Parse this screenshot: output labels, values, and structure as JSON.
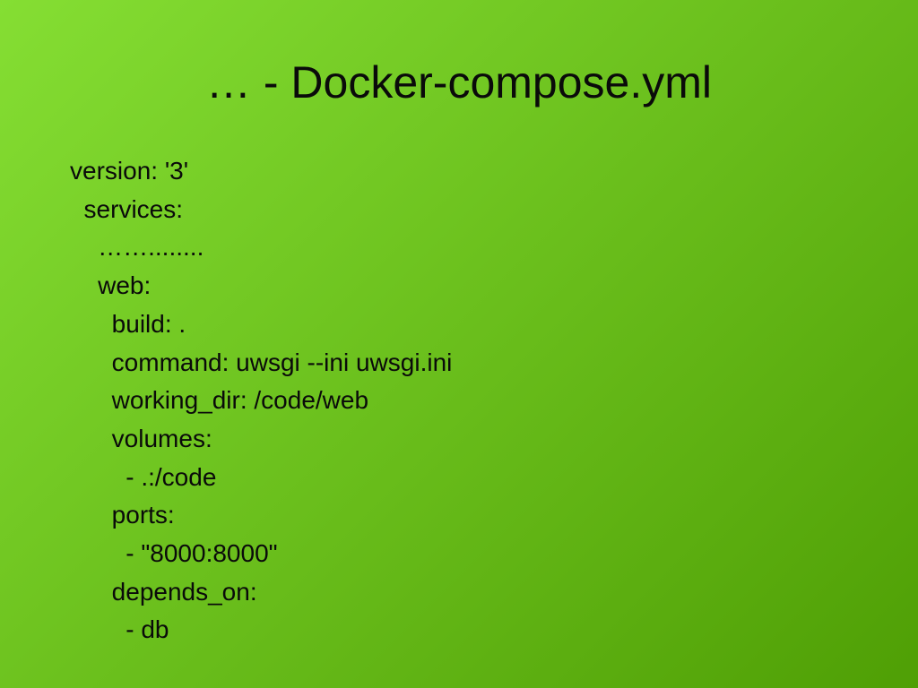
{
  "slide": {
    "title": "… - Docker-compose.yml",
    "code_lines": [
      "version: '3'",
      "  services:",
      "    ……........",
      "    web:",
      "      build: .",
      "      command: uwsgi --ini uwsgi.ini",
      "      working_dir: /code/web",
      "      volumes:",
      "        - .:/code",
      "      ports:",
      "        - \"8000:8000\"",
      "      depends_on:",
      "        - db"
    ]
  },
  "colors": {
    "background_gradient_start": "#85DE33",
    "background_gradient_end": "#4F9F05",
    "text": "#0A0A0A"
  }
}
